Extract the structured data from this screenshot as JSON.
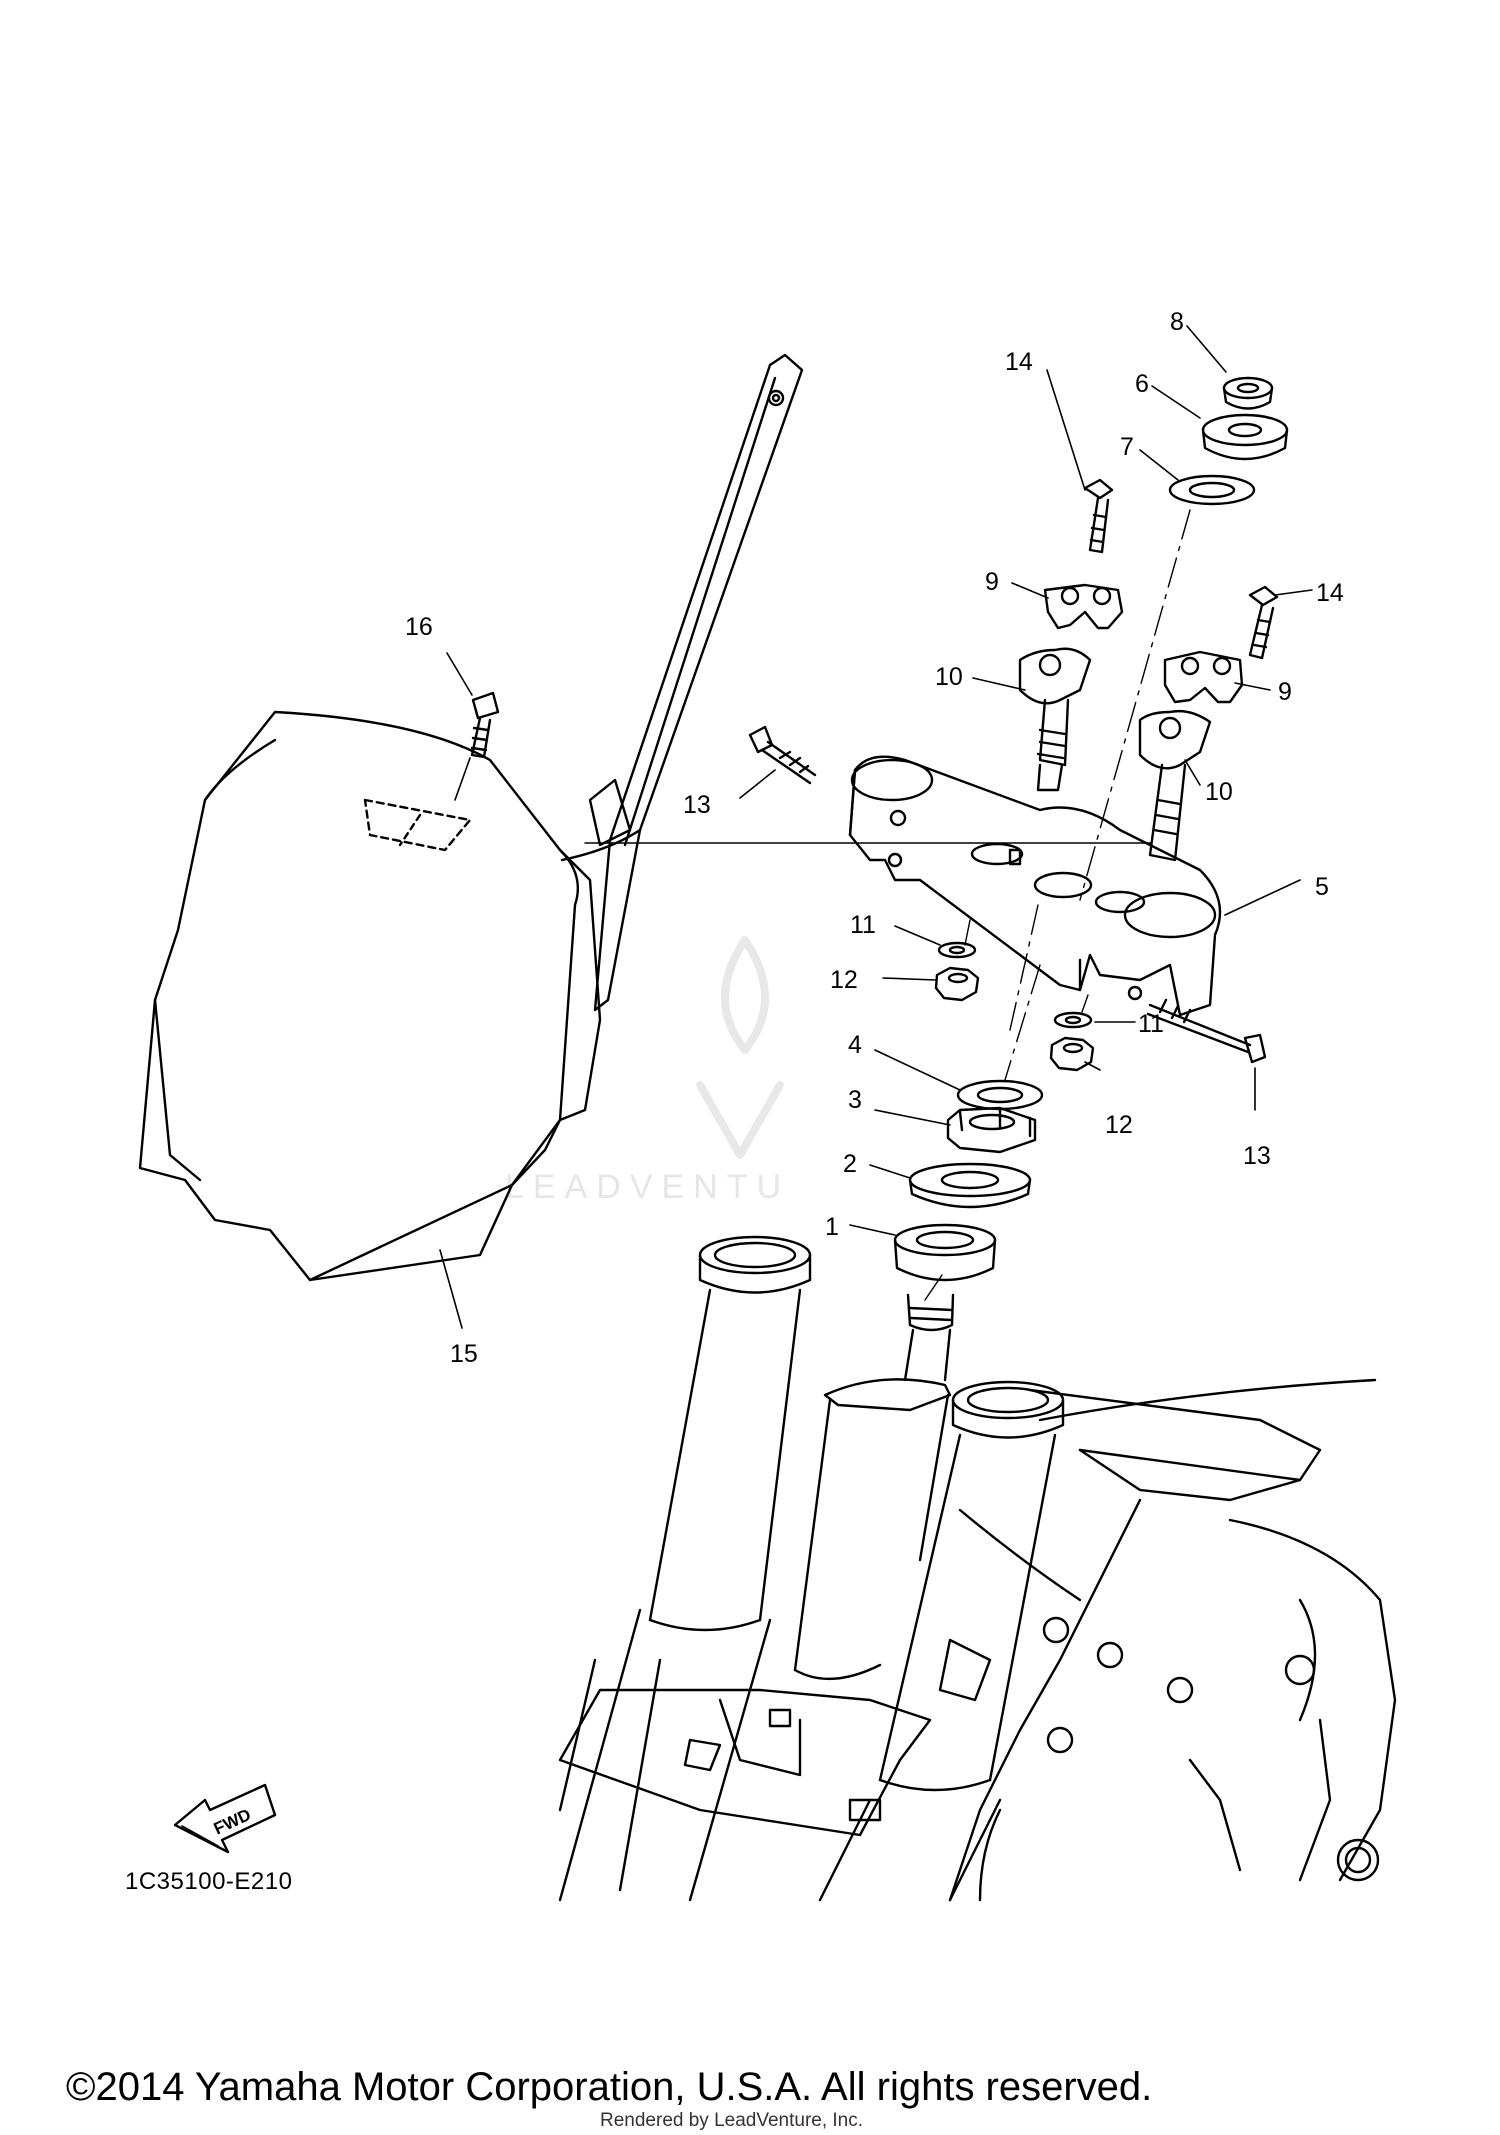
{
  "diagram": {
    "callouts": [
      {
        "id": "1",
        "label": "1"
      },
      {
        "id": "2",
        "label": "2"
      },
      {
        "id": "3",
        "label": "3"
      },
      {
        "id": "4",
        "label": "4"
      },
      {
        "id": "5",
        "label": "5"
      },
      {
        "id": "6",
        "label": "6"
      },
      {
        "id": "7",
        "label": "7"
      },
      {
        "id": "8",
        "label": "8"
      },
      {
        "id": "9a",
        "label": "9"
      },
      {
        "id": "9b",
        "label": "9"
      },
      {
        "id": "10a",
        "label": "10"
      },
      {
        "id": "10b",
        "label": "10"
      },
      {
        "id": "11a",
        "label": "11"
      },
      {
        "id": "11b",
        "label": "11"
      },
      {
        "id": "12a",
        "label": "12"
      },
      {
        "id": "12b",
        "label": "12"
      },
      {
        "id": "13a",
        "label": "13"
      },
      {
        "id": "13b",
        "label": "13"
      },
      {
        "id": "14a",
        "label": "14"
      },
      {
        "id": "14b",
        "label": "14"
      },
      {
        "id": "15",
        "label": "15"
      },
      {
        "id": "16",
        "label": "16"
      }
    ],
    "fwd_label": "FWD",
    "diagram_code": "1C35100-E210",
    "watermark": "LEADVENTU"
  },
  "footer": {
    "copyright": "©2014 Yamaha Motor Corporation, U.S.A. All rights reserved.",
    "rendered_by": "Rendered by LeadVenture, Inc."
  }
}
